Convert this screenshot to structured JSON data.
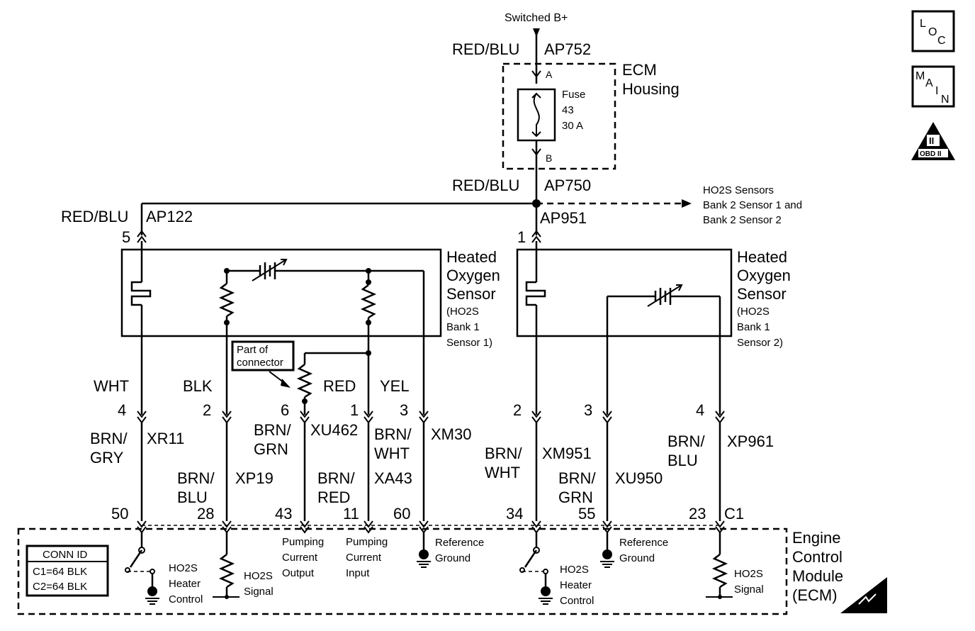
{
  "supply": {
    "source": "Switched B+",
    "wire_top": "RED/BLU",
    "circuit_top": "AP752",
    "ecm_housing_line1": "ECM",
    "ecm_housing_line2": "Housing",
    "terminal_a": "A",
    "terminal_b": "B",
    "fuse_line1": "Fuse",
    "fuse_line2": "43",
    "fuse_line3": "30 A",
    "wire_mid": "RED/BLU",
    "circuit_mid": "AP750",
    "branch_wire": "RED/BLU",
    "branch_circuit": "AP122",
    "node_circuit": "AP951",
    "offpage_line1": "HO2S Sensors",
    "offpage_line2": "Bank 2 Sensor 1 and",
    "offpage_line3": "Bank 2 Sensor 2"
  },
  "sensor1": {
    "label_line1": "Heated",
    "label_line2": "Oxygen",
    "label_line3": "Sensor",
    "label_line4": "(HO2S",
    "label_line5": "Bank 1",
    "label_line6": "Sensor 1)",
    "pin_supply": "5",
    "callout_line1": "Part of",
    "callout_line2": "connector",
    "wires": [
      {
        "color": "WHT",
        "pin": "4",
        "harness": "BRN/",
        "harness2": "GRY",
        "circuit": "XR11",
        "ecm_pin": "50"
      },
      {
        "color": "BLK",
        "pin": "2",
        "harness": "BRN/",
        "harness2": "BLU",
        "circuit": "XP19",
        "ecm_pin": "28"
      },
      {
        "color": "",
        "pin": "6",
        "harness": "BRN/",
        "harness2": "GRN",
        "circuit": "XU462",
        "ecm_pin": "43"
      },
      {
        "color": "RED",
        "pin": "1",
        "harness": "BRN/",
        "harness2": "RED",
        "circuit": "XA43",
        "ecm_pin": "11"
      },
      {
        "color": "YEL",
        "pin": "3",
        "harness": "BRN/",
        "harness2": "WHT",
        "circuit": "XM30",
        "ecm_pin": "60"
      }
    ]
  },
  "sensor2": {
    "label_line1": "Heated",
    "label_line2": "Oxygen",
    "label_line3": "Sensor",
    "label_line4": "(HO2S",
    "label_line5": "Bank 1",
    "label_line6": "Sensor 2)",
    "pin_supply": "1",
    "wires": [
      {
        "pin": "2",
        "harness": "BRN/",
        "harness2": "WHT",
        "circuit": "XM951",
        "ecm_pin": "34"
      },
      {
        "pin": "3",
        "harness": "BRN/",
        "harness2": "GRN",
        "circuit": "XU950",
        "ecm_pin": "55"
      },
      {
        "pin": "4",
        "harness": "BRN/",
        "harness2": "BLU",
        "circuit": "XP961",
        "ecm_pin": "23"
      }
    ],
    "connector": "C1"
  },
  "ecm": {
    "label_line1": "Engine",
    "label_line2": "Control",
    "label_line3": "Module",
    "label_line4": "(ECM)",
    "conn_title": "CONN ID",
    "conn_c1": "C1=64 BLK",
    "conn_c2": "C2=64 BLK",
    "heater1_line1": "HO2S",
    "heater1_line2": "Heater",
    "heater1_line3": "Control",
    "signal1_line1": "HO2S",
    "signal1_line2": "Signal",
    "pump_out_line1": "Pumping",
    "pump_out_line2": "Current",
    "pump_out_line3": "Output",
    "pump_in_line1": "Pumping",
    "pump_in_line2": "Current",
    "pump_in_line3": "Input",
    "ref1_line1": "Reference",
    "ref1_line2": "Ground",
    "heater2_line1": "HO2S",
    "heater2_line2": "Heater",
    "heater2_line3": "Control",
    "ref2_line1": "Reference",
    "ref2_line2": "Ground",
    "signal2_line1": "HO2S",
    "signal2_line2": "Signal"
  },
  "icons": {
    "loc_l": "L",
    "loc_o": "O",
    "loc_c": "C",
    "main_m": "M",
    "main_a": "A",
    "main_i": "I",
    "main_n": "N",
    "obd_numeral": "II",
    "obd_label": "OBD II"
  }
}
